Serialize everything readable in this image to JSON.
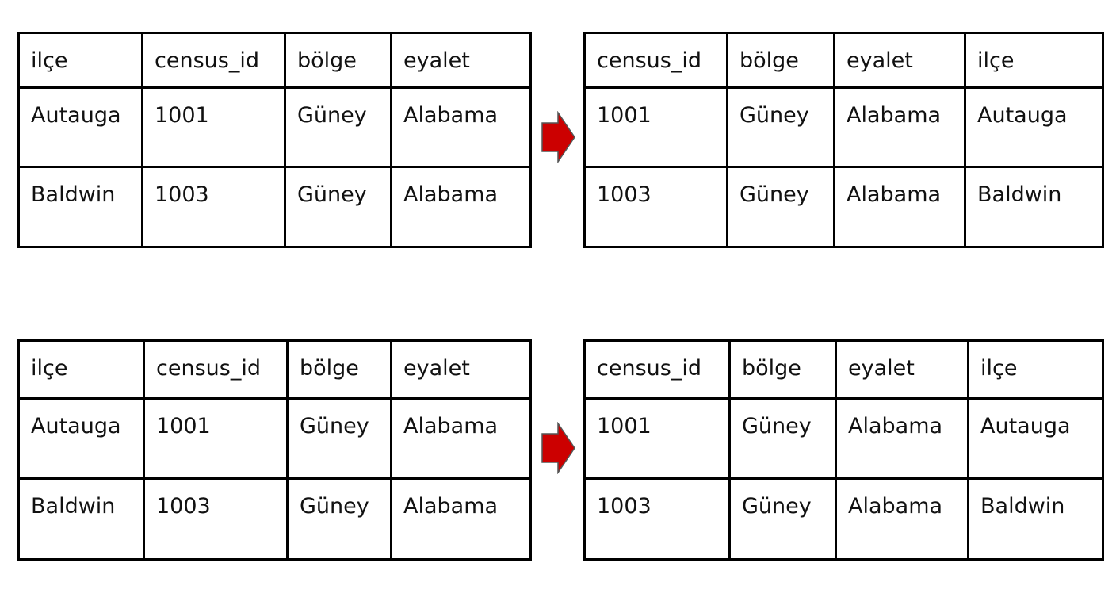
{
  "arrow_color": "#cc0000",
  "tables": [
    {
      "headers": [
        "ilçe",
        "census_id",
        "bölge",
        "eyalet"
      ],
      "rows": [
        [
          "Autauga",
          "1001",
          "Güney",
          "Alabama"
        ],
        [
          "Baldwin",
          "1003",
          "Güney",
          "Alabama"
        ]
      ]
    },
    {
      "headers": [
        "census_id",
        "bölge",
        "eyalet",
        "ilçe"
      ],
      "rows": [
        [
          "1001",
          "Güney",
          "Alabama",
          "Autauga"
        ],
        [
          "1003",
          "Güney",
          "Alabama",
          "Baldwin"
        ]
      ]
    },
    {
      "headers": [
        "ilçe",
        "census_id",
        "bölge",
        "eyalet"
      ],
      "rows": [
        [
          "Autauga",
          "1001",
          "Güney",
          "Alabama"
        ],
        [
          "Baldwin",
          "1003",
          "Güney",
          "Alabama"
        ]
      ]
    },
    {
      "headers": [
        "census_id",
        "bölge",
        "eyalet",
        "ilçe"
      ],
      "rows": [
        [
          "1001",
          "Güney",
          "Alabama",
          "Autauga"
        ],
        [
          "1003",
          "Güney",
          "Alabama",
          "Baldwin"
        ]
      ]
    }
  ]
}
